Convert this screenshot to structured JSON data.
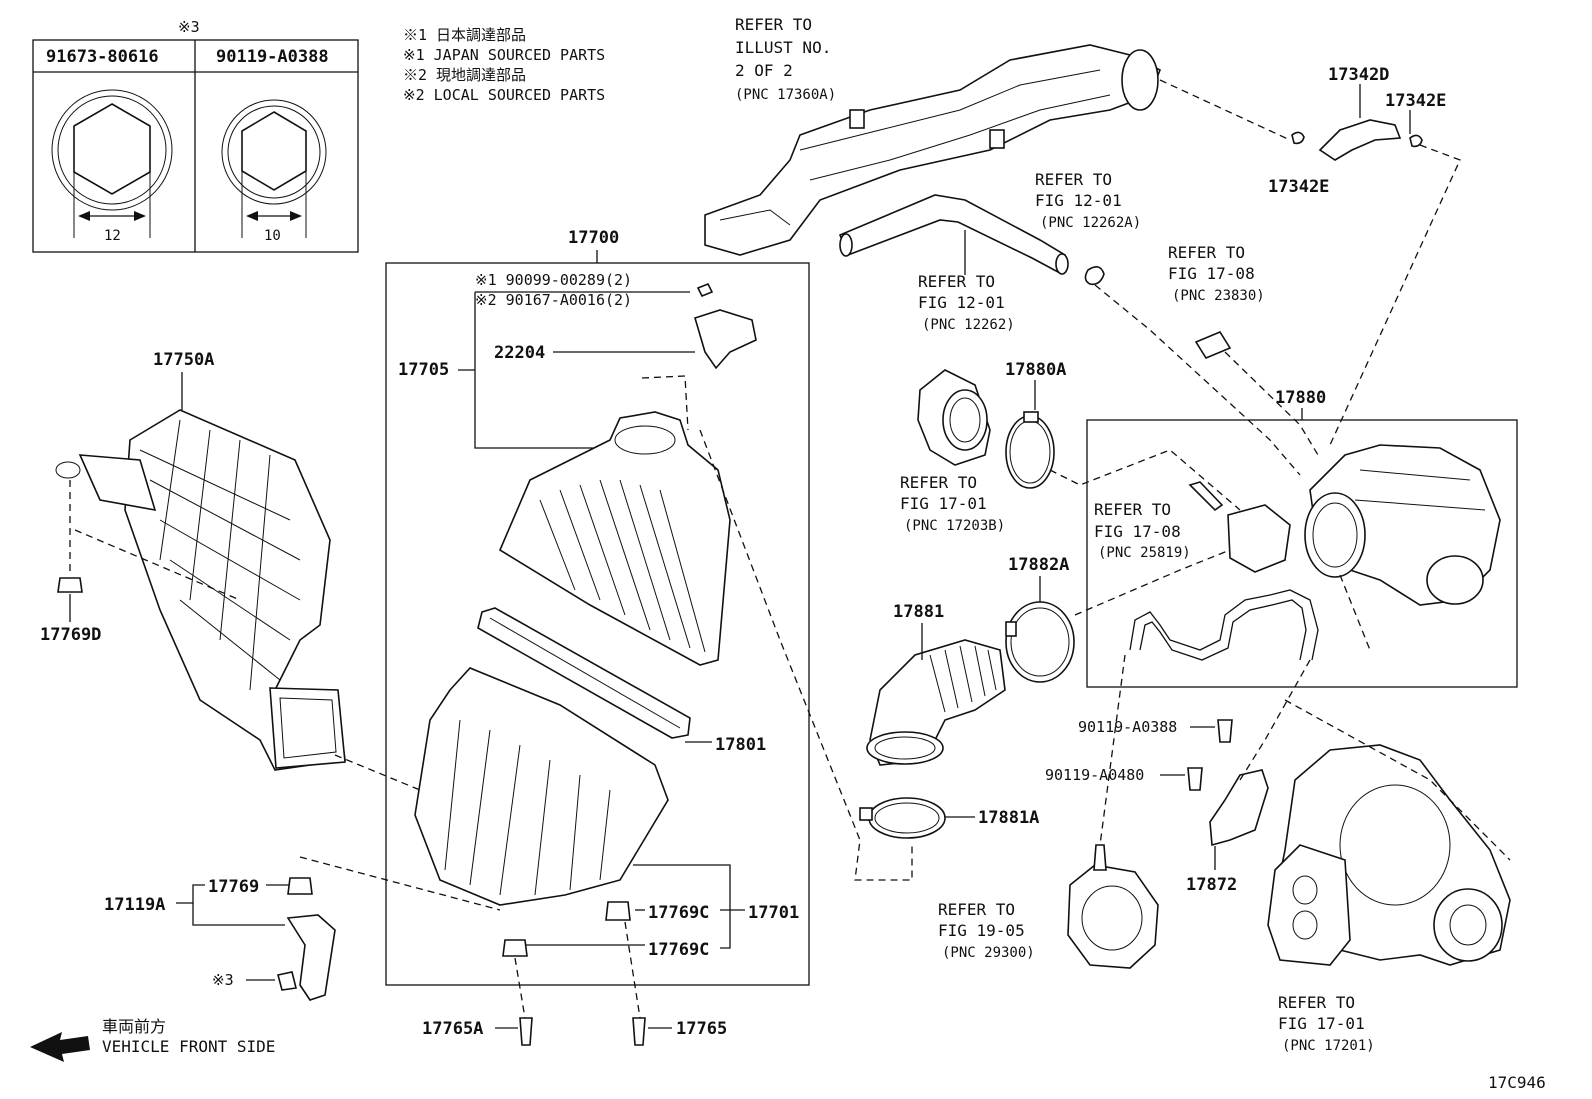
{
  "figure_id": "17C946",
  "notes": {
    "n1_jp": "※1  日本調達部品",
    "n1_en": "※1  JAPAN SOURCED PARTS",
    "n2_jp": "※2  現地調達部品",
    "n2_en": "※2  LOCAL SOURCED PARTS"
  },
  "bolt_table": {
    "marker": "※3",
    "col1_part": "91673-80616",
    "col1_size": "12",
    "col2_part": "90119-A0388",
    "col2_size": "10"
  },
  "parts": {
    "p17700": "17700",
    "p17705": "17705",
    "p22204": "22204",
    "p90099": "※1 90099-00289(2)",
    "p90167": "※2 90167-A0016(2)",
    "p17750A": "17750A",
    "p17769D": "17769D",
    "p17801": "17801",
    "p17701": "17701",
    "p17769C_a": "17769C",
    "p17769C_b": "17769C",
    "p17769": "17769",
    "p17119A": "17119A",
    "p_mark3": "※3",
    "p17765A": "17765A",
    "p17765": "17765",
    "p17342D": "17342D",
    "p17342E_a": "17342E",
    "p17342E_b": "17342E",
    "p17880": "17880",
    "p17880A": "17880A",
    "p17882A": "17882A",
    "p17881": "17881",
    "p17881A": "17881A",
    "p90119_A0388": "90119-A0388",
    "p90119_A0480": "90119-A0480",
    "p17872": "17872"
  },
  "refs": {
    "illust": {
      "l1": "REFER TO",
      "l2": "ILLUST NO.",
      "l3": "2 OF 2",
      "pnc": "(PNC 17360A)"
    },
    "fig1201a": {
      "l1": "REFER TO",
      "l2": "FIG 12-01",
      "pnc": "(PNC 12262A)"
    },
    "fig1201b": {
      "l1": "REFER TO",
      "l2": "FIG 12-01",
      "pnc": "(PNC 12262)"
    },
    "fig1708a": {
      "l1": "REFER TO",
      "l2": "FIG 17-08",
      "pnc": "(PNC 23830)"
    },
    "fig1701a": {
      "l1": "REFER TO",
      "l2": "FIG 17-01",
      "pnc": "(PNC 17203B)"
    },
    "fig1708b": {
      "l1": "REFER TO",
      "l2": "FIG 17-08",
      "pnc": "(PNC 25819)"
    },
    "fig1905": {
      "l1": "REFER TO",
      "l2": "FIG 19-05",
      "pnc": "(PNC 29300)"
    },
    "fig1701b": {
      "l1": "REFER TO",
      "l2": "FIG 17-01",
      "pnc": "(PNC 17201)"
    }
  },
  "direction": {
    "jp": "車両前方",
    "en": "VEHICLE FRONT SIDE"
  }
}
